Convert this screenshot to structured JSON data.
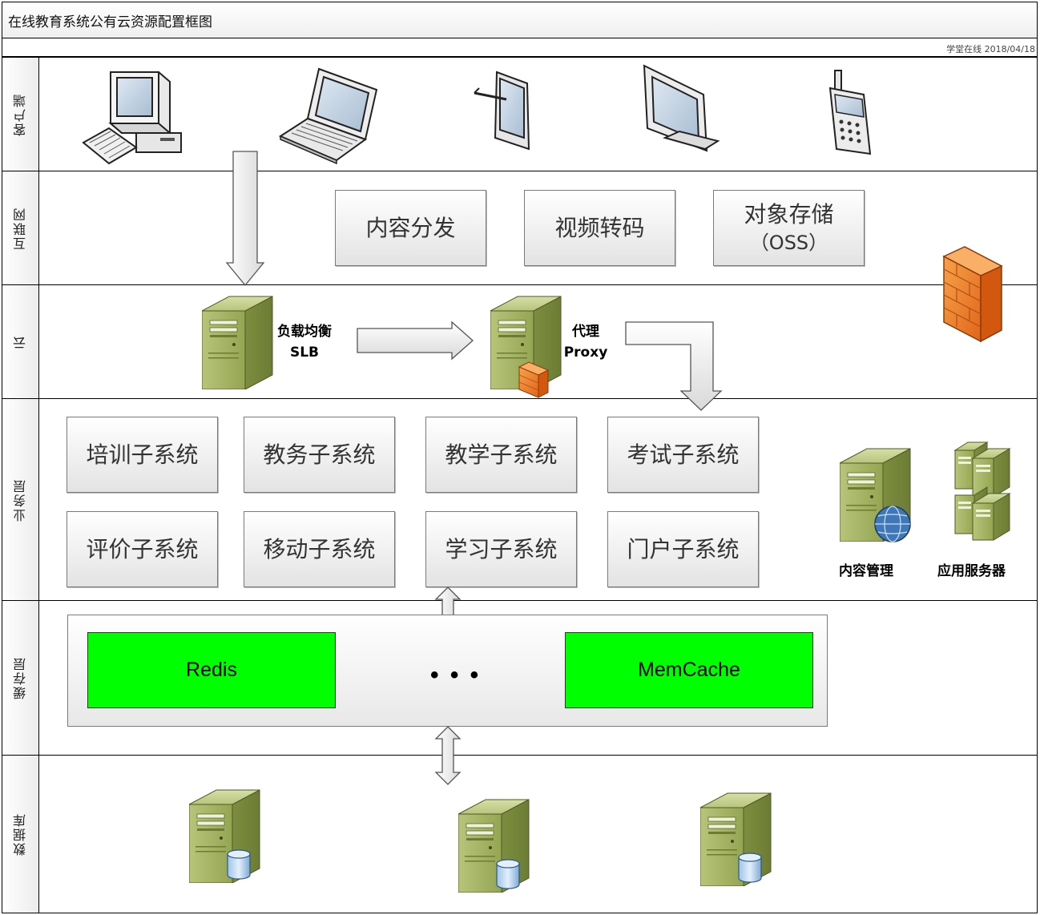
{
  "title": "在线教育系统公有云资源配置框图",
  "author": "学堂在线 2018/04/18",
  "lanes": {
    "client": "客户端",
    "internet": "互联网",
    "cloud": "云",
    "business": "业务层",
    "cache": "缓存层",
    "database": "数据库"
  },
  "internet_services": {
    "cdn": "内容分发",
    "transcode": "视频转码",
    "oss_line1": "对象存储",
    "oss_line2": "（OSS）"
  },
  "cloud_nodes": {
    "slb_line1": "负载均衡",
    "slb_line2": "SLB",
    "proxy_line1": "代理",
    "proxy_line2": "Proxy"
  },
  "subsystems": [
    "培训子系统",
    "教务子系统",
    "教学子系统",
    "考试子系统",
    "评价子系统",
    "移动子系统",
    "学习子系统",
    "门户子系统"
  ],
  "servers": {
    "content_mgmt": "内容管理",
    "app_server": "应用服务器"
  },
  "cache": {
    "redis": "Redis",
    "memcache": "MemCache",
    "ellipsis": "…"
  },
  "colors": {
    "server_body": "#9aab5c",
    "cache_fill": "#00ff00",
    "firewall": "#f07a22"
  },
  "icons": [
    "desktop-computer-icon",
    "laptop-icon",
    "tablet-icon",
    "monitor-icon",
    "mobile-phone-icon",
    "firewall-icon",
    "server-icon",
    "web-server-icon",
    "server-rack-icon",
    "database-server-icon"
  ]
}
